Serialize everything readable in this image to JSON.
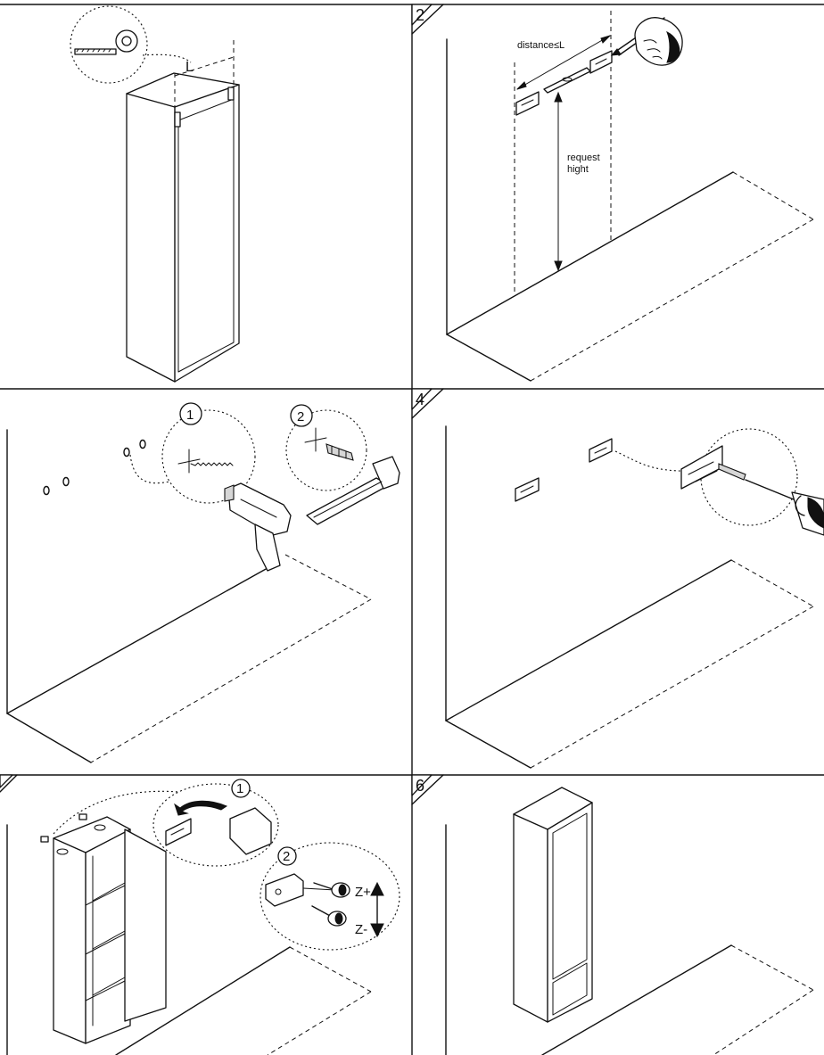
{
  "steps": [
    {
      "number": "",
      "labels": {
        "measure": "L"
      }
    },
    {
      "number": "2",
      "labels": {
        "distance": "distance≤L",
        "height_line1": "request",
        "height_line2": "hight"
      }
    },
    {
      "number": "",
      "labels": {
        "sub1": "1",
        "sub2": "2"
      }
    },
    {
      "number": "4",
      "labels": {}
    },
    {
      "number": "",
      "labels": {
        "sub1": "1",
        "sub2": "2",
        "z_plus": "Z+",
        "z_minus": "Z-"
      }
    },
    {
      "number": "6",
      "labels": {}
    }
  ]
}
